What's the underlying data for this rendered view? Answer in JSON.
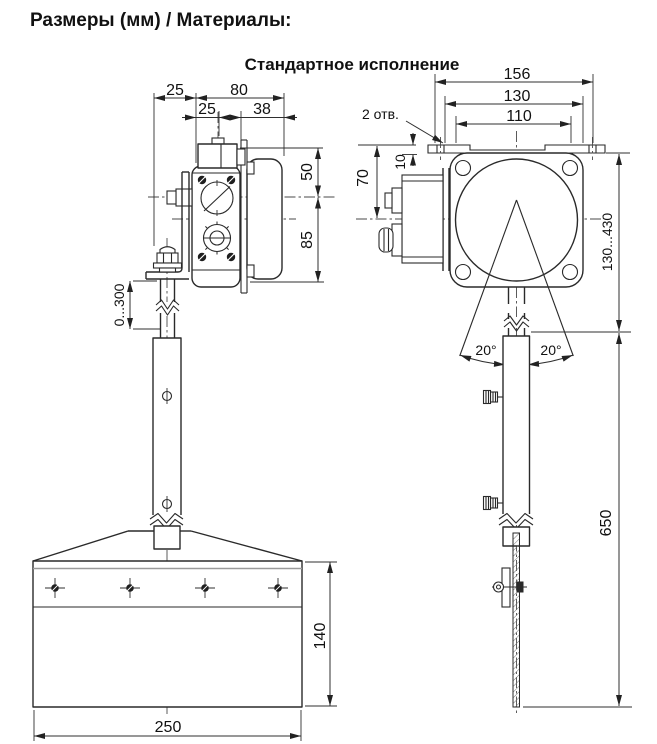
{
  "title": "Размеры (мм) / Материалы:",
  "subtitle": "Стандартное исполнение",
  "left_view": {
    "dim_bracket_offset": "25",
    "dim_body_width": "80",
    "dim_cap_offset": "25",
    "dim_cover_width": "38",
    "dim_top_to_center": "50",
    "dim_center_to_bottom": "85",
    "dim_rod_adjust": "0...300",
    "dim_paddle_height": "140",
    "dim_paddle_width": "250"
  },
  "right_view": {
    "dim_plate_width": "156",
    "dim_holes_outer": "130",
    "dim_holes_inner": "110",
    "holes_label": "2 отв.",
    "dim_plate_thickness": "10",
    "dim_center_offset": "70",
    "dim_adjust_range": "130...430",
    "angle_left": "20°",
    "angle_right": "20°",
    "dim_total_length": "650"
  }
}
